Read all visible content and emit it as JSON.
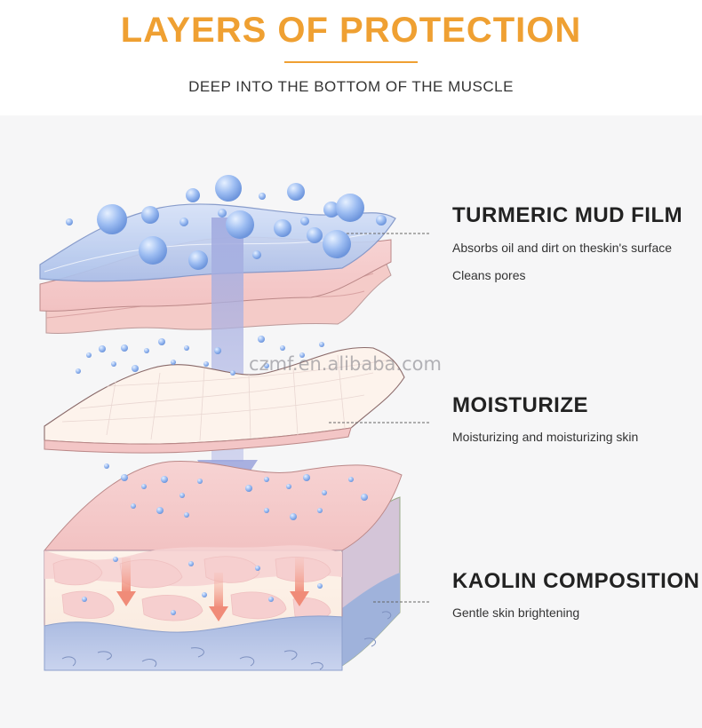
{
  "header": {
    "title": "LAYERS OF PROTECTION",
    "subtitle": "DEEP INTO THE BOTTOM OF THE MUSCLE"
  },
  "watermark": "czmf.en.alibaba.com",
  "layers": [
    {
      "heading": "TURMERIC MUD FILM",
      "lines": [
        "Absorbs oil and dirt on theskin's surface",
        "Cleans pores"
      ]
    },
    {
      "heading": "MOISTURIZE",
      "lines": [
        "Moisturizing and moisturizing skin"
      ]
    },
    {
      "heading": "KAOLIN COMPOSITION",
      "lines": [
        "Gentle skin brightening"
      ]
    }
  ],
  "colors": {
    "accent": "#efa032",
    "mud_film": "#b7c9ef",
    "skin_pink": "#f6cdcd",
    "deep_layer": "#9fb2db",
    "bubble": "#8fb3ec"
  }
}
